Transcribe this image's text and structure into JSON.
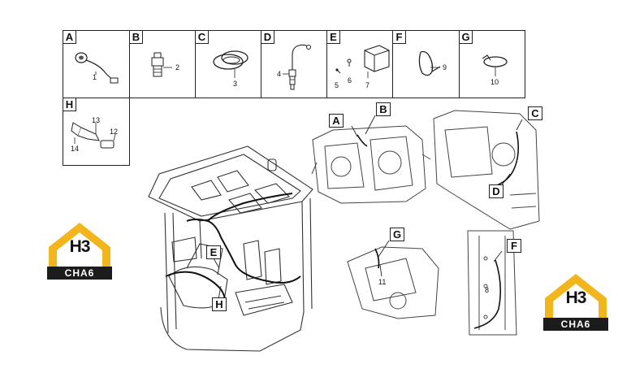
{
  "kits": [
    {
      "letter": "A",
      "parts": [
        "1"
      ]
    },
    {
      "letter": "B",
      "parts": [
        "2"
      ]
    },
    {
      "letter": "C",
      "parts": [
        "3"
      ]
    },
    {
      "letter": "D",
      "parts": [
        "4"
      ]
    },
    {
      "letter": "E",
      "parts": [
        "5",
        "6",
        "7"
      ]
    },
    {
      "letter": "F",
      "parts": [
        "9"
      ]
    },
    {
      "letter": "G",
      "parts": [
        "10"
      ]
    },
    {
      "letter": "H",
      "parts": [
        "13",
        "12",
        "14"
      ]
    }
  ],
  "callouts": {
    "a": "A",
    "b": "B",
    "c": "C",
    "d": "D",
    "e": "E",
    "f": "F",
    "g": "G",
    "h": "H"
  },
  "item_labels": {
    "n8": "8",
    "n11": "11"
  },
  "logo": {
    "top": "H3",
    "bottom": "CHA6"
  },
  "colors": {
    "line": "#222222",
    "logo_yellow": "#F2B51B",
    "logo_dark": "#1c1c1c"
  }
}
